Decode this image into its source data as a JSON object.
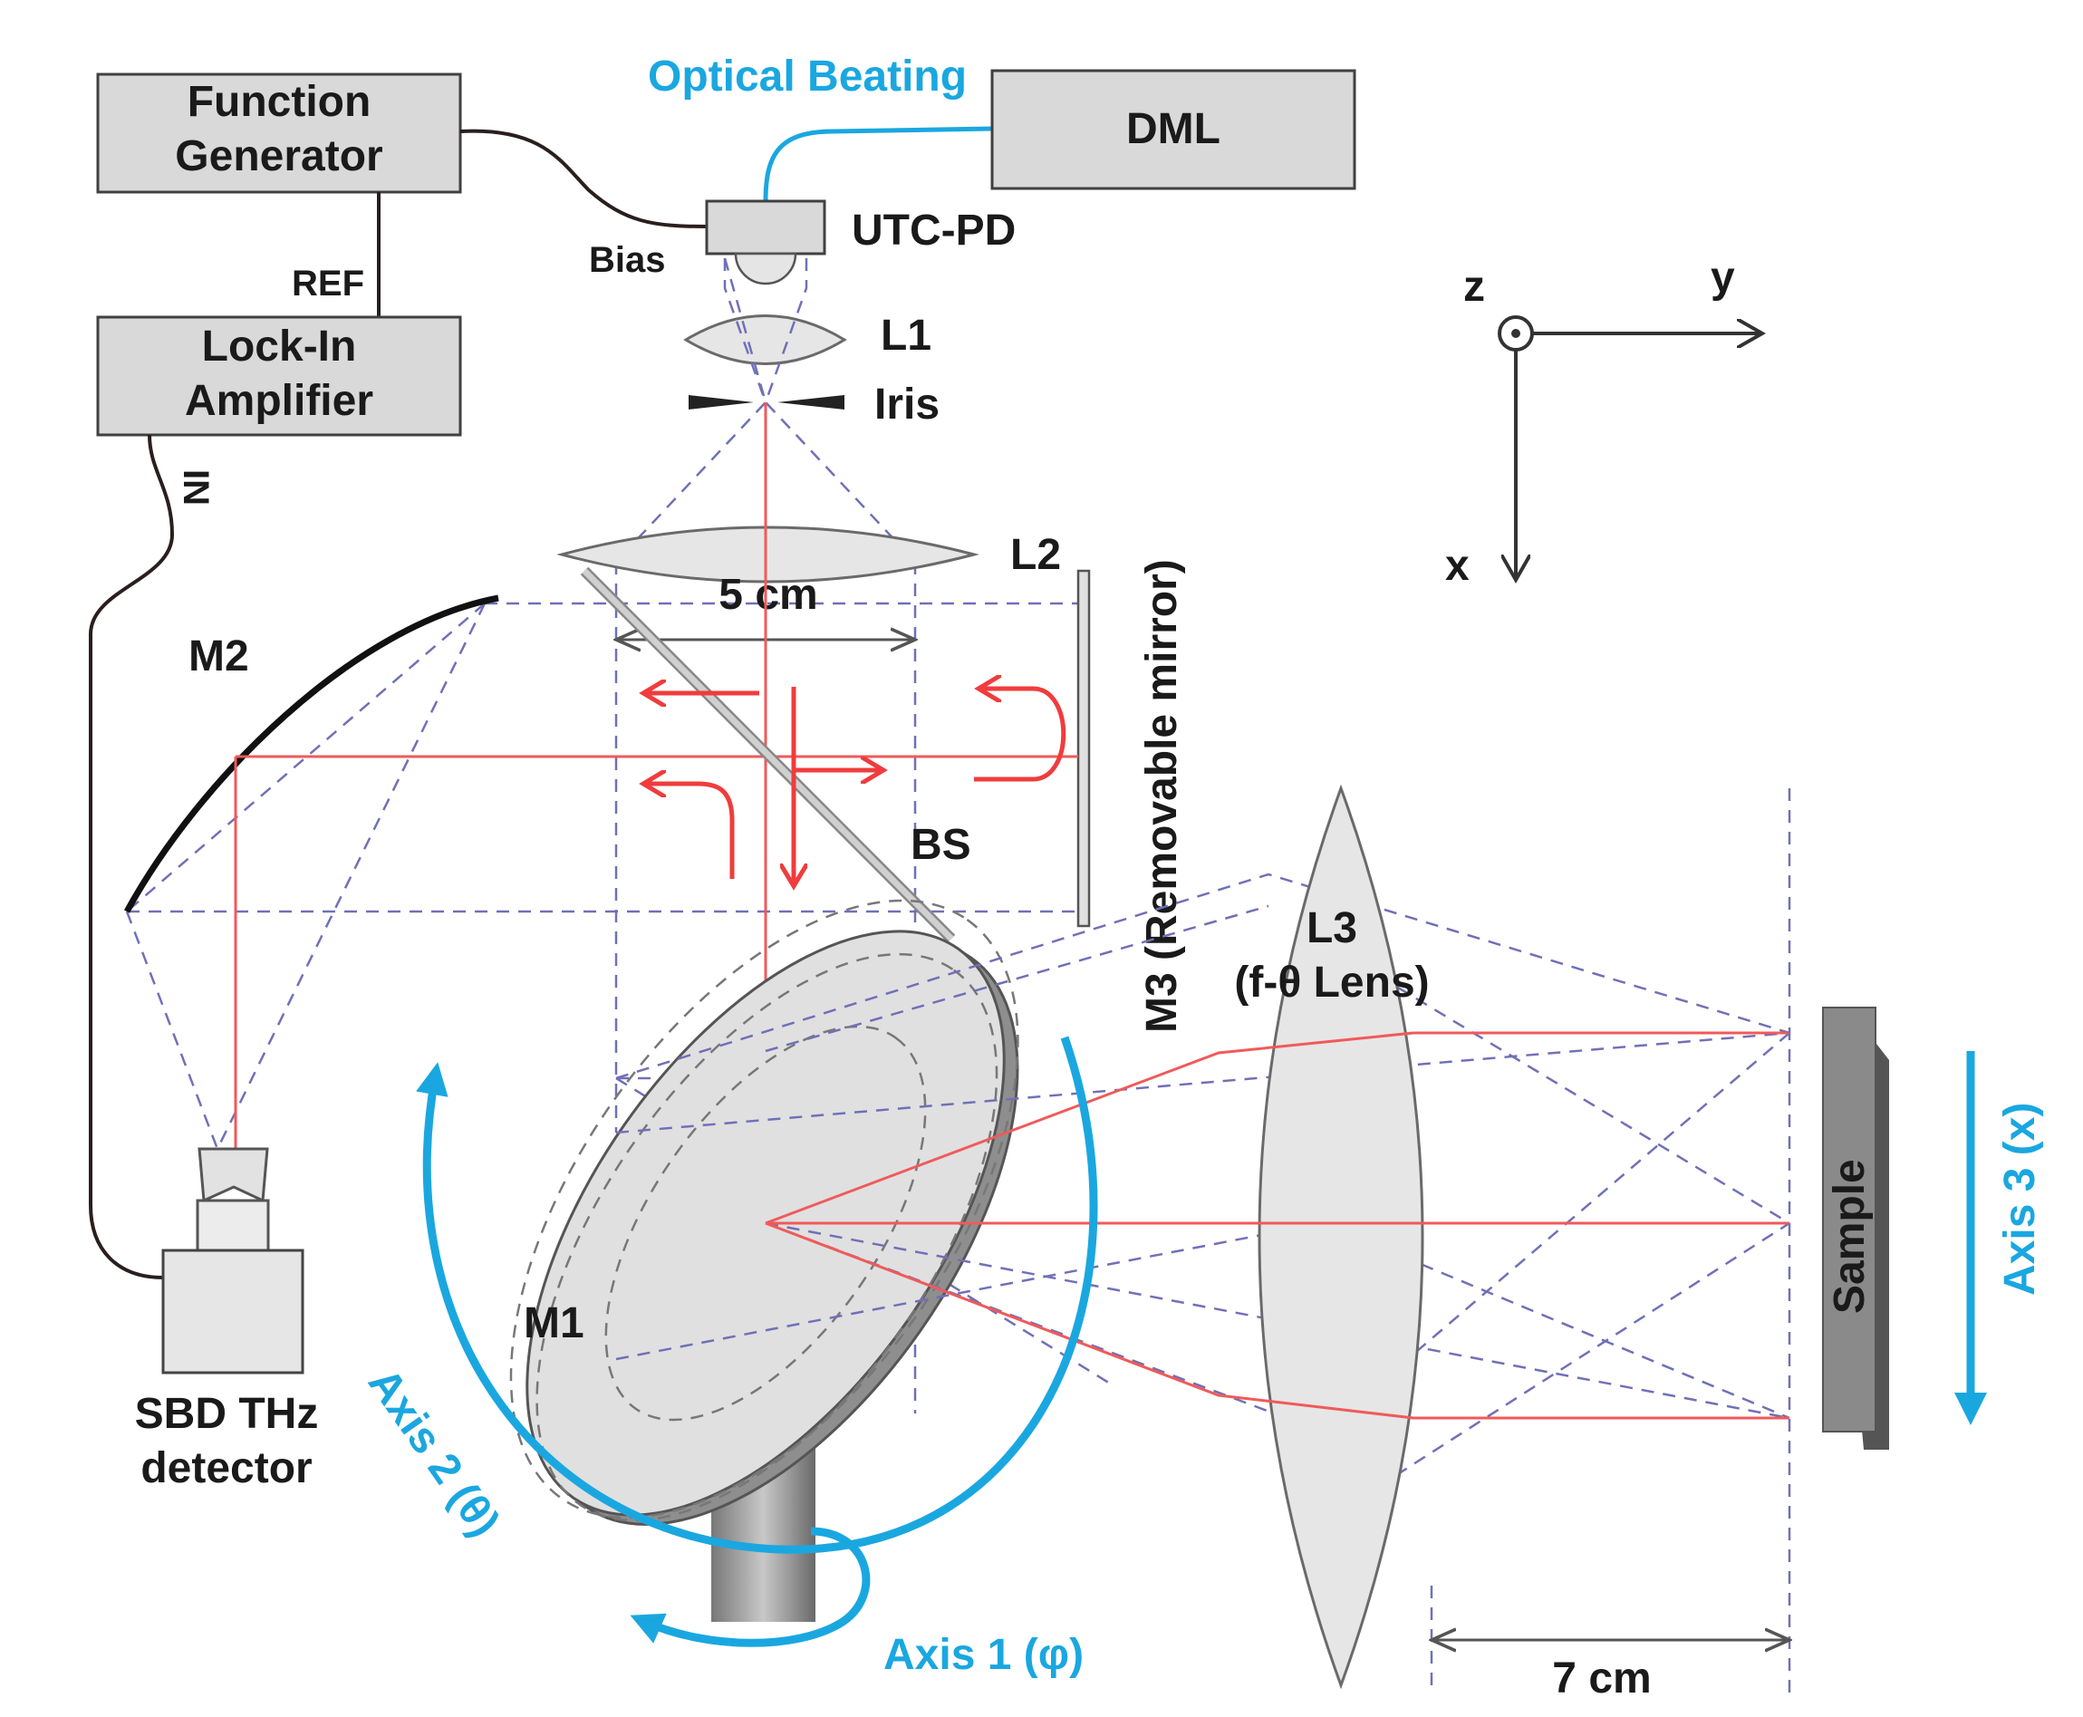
{
  "labels": {
    "function_generator_line1": "Function",
    "function_generator_line2": "Generator",
    "lock_in_line1": "Lock-In",
    "lock_in_line2": "Amplifier",
    "ref": "REF",
    "in": "IN",
    "optical_beating": "Optical Beating",
    "dml": "DML",
    "utc_pd": "UTC-PD",
    "bias": "Bias",
    "l1": "L1",
    "iris": "Iris",
    "l2": "L2",
    "five_cm": "5 cm",
    "m2": "M2",
    "bs": "BS",
    "m3": "M3 (Removable mirror)",
    "l3_line1": "L3",
    "l3_line2": "(f-θ Lens)",
    "m1": "M1",
    "sbd_line1": "SBD THz",
    "sbd_line2": "detector",
    "axis2": "Axis 2 (θ)",
    "axis1": "Axis 1 (φ)",
    "axis3": "Axis 3 (x)",
    "sample": "Sample",
    "seven_cm": "7 cm",
    "coord_z": "z",
    "coord_y": "y",
    "coord_x": "x"
  },
  "colors": {
    "beam_red": "#f05a5a",
    "axis_blue": "#1aa7e0",
    "dash_purple": "#7070b8",
    "box_gray": "#d9d9d9"
  }
}
